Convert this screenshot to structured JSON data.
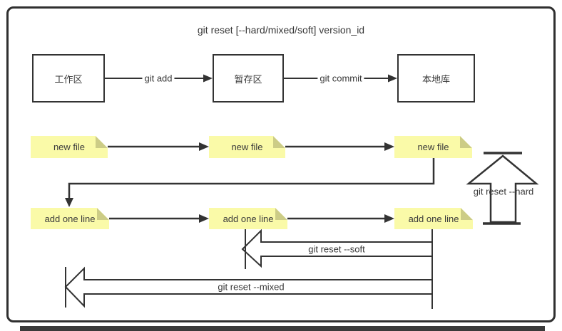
{
  "title": "git reset [--hard/mixed/soft] version_id",
  "flow": {
    "boxes": [
      {
        "label": "工作区"
      },
      {
        "label": "暂存区"
      },
      {
        "label": "本地库"
      }
    ],
    "edges": [
      {
        "label": "git add"
      },
      {
        "label": "git commit"
      }
    ]
  },
  "notes": {
    "row1": [
      {
        "label": "new file"
      },
      {
        "label": "new file"
      },
      {
        "label": "new file"
      }
    ],
    "row2": [
      {
        "label": "add one line"
      },
      {
        "label": "add one line"
      },
      {
        "label": "add one line"
      }
    ]
  },
  "reset": {
    "hard_label": "git reset --hard",
    "soft_label": "git reset --soft",
    "mixed_label": "git reset --mixed"
  },
  "colors": {
    "line": "#333333",
    "note_fill": "#fafaa8",
    "note_fold": "#cccc86",
    "box_border": "#333333",
    "frame_border": "#2f2f2f",
    "background": "#ffffff"
  }
}
